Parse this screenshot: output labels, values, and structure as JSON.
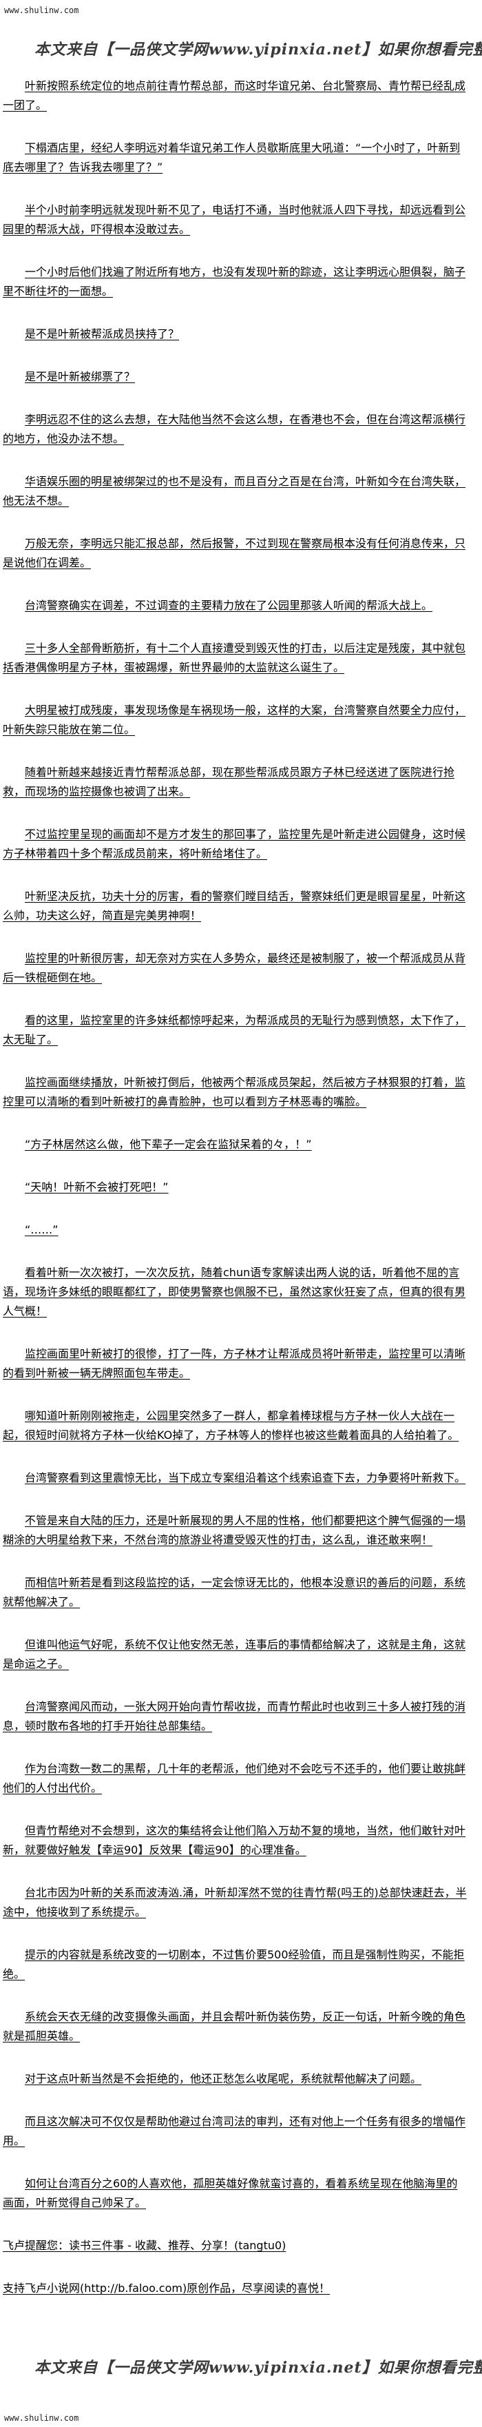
{
  "site_label": "www.shulinw.com",
  "banner_text": "本文来自【一品侠文学网www.yipinxia.net】如果你想看完整版小说，请",
  "paragraphs": [
    "叶新按照系统定位的地点前往青竹帮总部，而这时华谊兄弟、台北警察局、青竹帮已经乱成一团了。",
    "下榻酒店里，经纪人李明远对着华谊兄弟工作人员歇斯底里大吼道：“一个小时了，叶新到底去哪里了？告诉我去哪里了？”",
    "半个小时前李明远就发现叶新不见了，电话打不通，当时他就派人四下寻找，却远远看到公园里的帮派大战，吓得根本没敢过去。",
    "一个小时后他们找遍了附近所有地方，也没有发现叶新的踪迹，这让李明远心胆俱裂，脑子里不断往坏的一面想。",
    "是不是叶新被帮派成员挟持了？",
    "是不是叶新被绑票了？",
    "李明远忍不住的这么去想，在大陆他当然不会这么想，在香港也不会，但在台湾这帮派横行的地方，他没办法不想。",
    "华语娱乐圈的明星被绑架过的也不是没有，而且百分之百是在台湾，叶新如今在台湾失联，他无法不想。",
    "万般无奈，李明远只能汇报总部，然后报警，不过到现在警察局根本没有任何消息传来，只是说他们在调差。",
    "台湾警察确实在调差，不过调查的主要精力放在了公园里那骇人听闻的帮派大战上。",
    "三十多人全部骨断筋折，有十二个人直接遭受到毁灭性的打击，以后注定是残废，其中就包括香港偶像明星方子林，蛋被踢爆，新世界最帅的太监就这么诞生了。",
    "大明星被打成残废，事发现场像是车祸现场一般，这样的大案，台湾警察自然要全力应付，叶新失踪只能放在第二位。",
    "随着叶新越来越接近青竹帮帮派总部，现在那些帮派成员跟方子林已经送进了医院进行抢救，而现场的监控摄像也被调了出来。",
    "不过监控里呈现的画面却不是方才发生的那回事了，监控里先是叶新走进公园健身，这时候方子林带着四十多个帮派成员前来，将叶新给堵住了。",
    "叶新坚决反抗，功夫十分的厉害，看的警察们瞠目结舌，警察妹纸们更是眼冒星星，叶新这么帅，功夫这么好，简直是完美男神啊！",
    "监控里的叶新很厉害，却无奈对方实在人多势众，最终还是被制服了，被一个帮派成员从背后一铁棍砸倒在地。",
    "看的这里，监控室里的许多妹纸都惊呼起来，为帮派成员的无耻行为感到愤怒，太下作了，太无耻了。",
    "监控画面继续播放，叶新被打倒后，他被两个帮派成员架起，然后被方子林狠狠的打着，监控里可以清晰的看到叶新被打的鼻青脸肿，也可以看到方子林恶毒的嘴脸。",
    "“方子林居然这么做，他下辈子一定会在监狱呆着的々，！”",
    "“天呐！叶新不会被打死吧！”",
    "“……”",
    "看着叶新一次次被打，一次次反抗，随着chun语专家解读出两人说的话，听着他不屈的言语，现场许多妹纸的眼眶都红了，即使男警察也佩服不已，虽然这家伙狂妄了点，但真的很有男人气概！",
    "监控画面里叶新被打的很惨，打了一阵，方子林才让帮派成员将叶新带走，监控里可以清晰的看到叶新被一辆无牌照面包车带走。",
    "哪知道叶新刚刚被拖走，公园里突然多了一群人，都拿着棒球棍与方子林一伙人大战在一起，很短时间就将方子林一伙给KO掉了，方子林等人的惨样也被这些戴着面具的人给拍着了。",
    "台湾警察看到这里震惊无比，当下成立专案组沿着这个线索追查下去，力争要将叶新救下。",
    "不管是来自大陆的压力，还是叶新展现的男人不屈的性格，他们都要把这个脾气倔强的一塌糊涂的大明星给救下来，不然台湾的旅游业将遭受毁灭性的打击，这么乱，谁还敢来啊！",
    "而相信叶新若是看到这段监控的话，一定会惊讶无比的，他根本没意识的善后的问题，系统就帮他解决了。",
    "但谁叫他运气好呢，系统不仅让他安然无恙，连事后的事情都给解决了，这就是主角，这就是命运之子。",
    "台湾警察闻风而动，一张大网开始向青竹帮收拢，而青竹帮此时也收到三十多人被打残的消息，顿时散布各地的打手开始往总部集结。",
    "作为台湾数一数二的黑帮，几十年的老帮派，他们绝对不会吃亏不还手的，他们要让敢挑衅他们的人付出代价。",
    "但青竹帮绝对不会想到，这次的集结将会让他们陷入万劫不复的境地，当然，他们敢针对叶新，就要做好触发【幸运90】反效果【霉运90】的心理准备。",
    "台北市因为叶新的关系而波涛汹.涌，叶新却浑然不觉的往青竹帮(吗王的)总部快速赶去，半途中，他接收到了系统提示。",
    "提示的内容就是系统改变的一切剧本，不过售价要500经验值，而且是强制性购买，不能拒绝。",
    "系统会天衣无缝的改变摄像头画面，并且会帮叶新伪装伤势，反正一句话，叶新今晚的角色就是孤胆英雄。",
    "对于这点叶新当然是不会拒绝的，他还正愁怎么收尾呢，系统就帮他解决了问题。",
    "而且这次解决可不仅仅是帮助他避过台湾司法的审判，还有对他上一个任务有很多的增幅作用。",
    "如何让台湾百分之60的人喜欢他，孤胆英雄好像就蛮讨喜的，看着系统呈现在他脑海里的画面，叶新觉得自己帅呆了。"
  ],
  "footer": {
    "reminder": "飞卢提醒您：读书三件事 - 收藏、推荐、分享！(tangtu0)",
    "support": "支持飞卢小说网(http://b.faloo.com)原创作品，尽享阅读的喜悦！"
  }
}
